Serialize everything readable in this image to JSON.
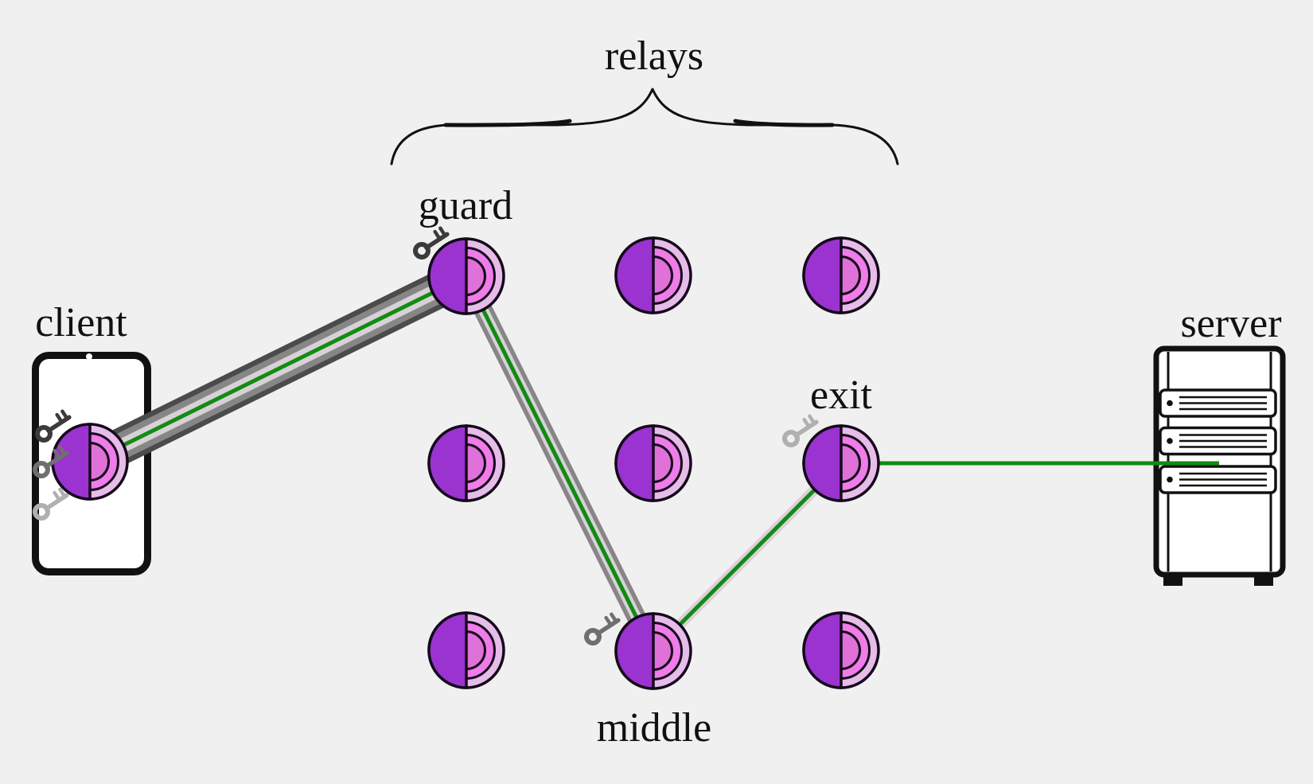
{
  "labels": {
    "client": "client",
    "guard": "guard",
    "relays": "relays",
    "exit": "exit",
    "middle": "middle",
    "server": "server"
  },
  "relay_grid": {
    "rows": 3,
    "cols": 3,
    "total_relays": 9,
    "named_relays": [
      "guard",
      "middle",
      "exit"
    ]
  },
  "circuit": {
    "path": [
      "client",
      "guard",
      "middle",
      "exit",
      "server"
    ],
    "encryption_layers_client_to_guard": 3,
    "encryption_layers_guard_to_middle": 2,
    "encryption_layers_middle_to_exit": 1,
    "encryption_layers_exit_to_server": 0
  },
  "keys": {
    "client": [
      "dark",
      "medium",
      "light"
    ],
    "guard": "dark",
    "middle": "medium",
    "exit": "light"
  },
  "icons": {
    "client": "smartphone-icon",
    "server": "server-tower-icon",
    "relay": "onion-node-icon",
    "key": "key-icon",
    "brace": "curly-brace"
  },
  "colors": {
    "background": "#f0f0f0",
    "ink": "#111111",
    "outline": "#15091a",
    "node_purple": "#9a33d0",
    "node_ring_outer": "#e6bce9",
    "node_ring_mid": "#ef7ce9",
    "node_ring_inner": "#e071d9",
    "data_green": "#118c11",
    "layer_dark": "#4b4b4b",
    "layer_mid": "#868686",
    "layer_light": "#d8d1d8",
    "key_dark": "#3b3b3b",
    "key_mid": "#6f6f6f",
    "key_light": "#b0b0b0"
  }
}
